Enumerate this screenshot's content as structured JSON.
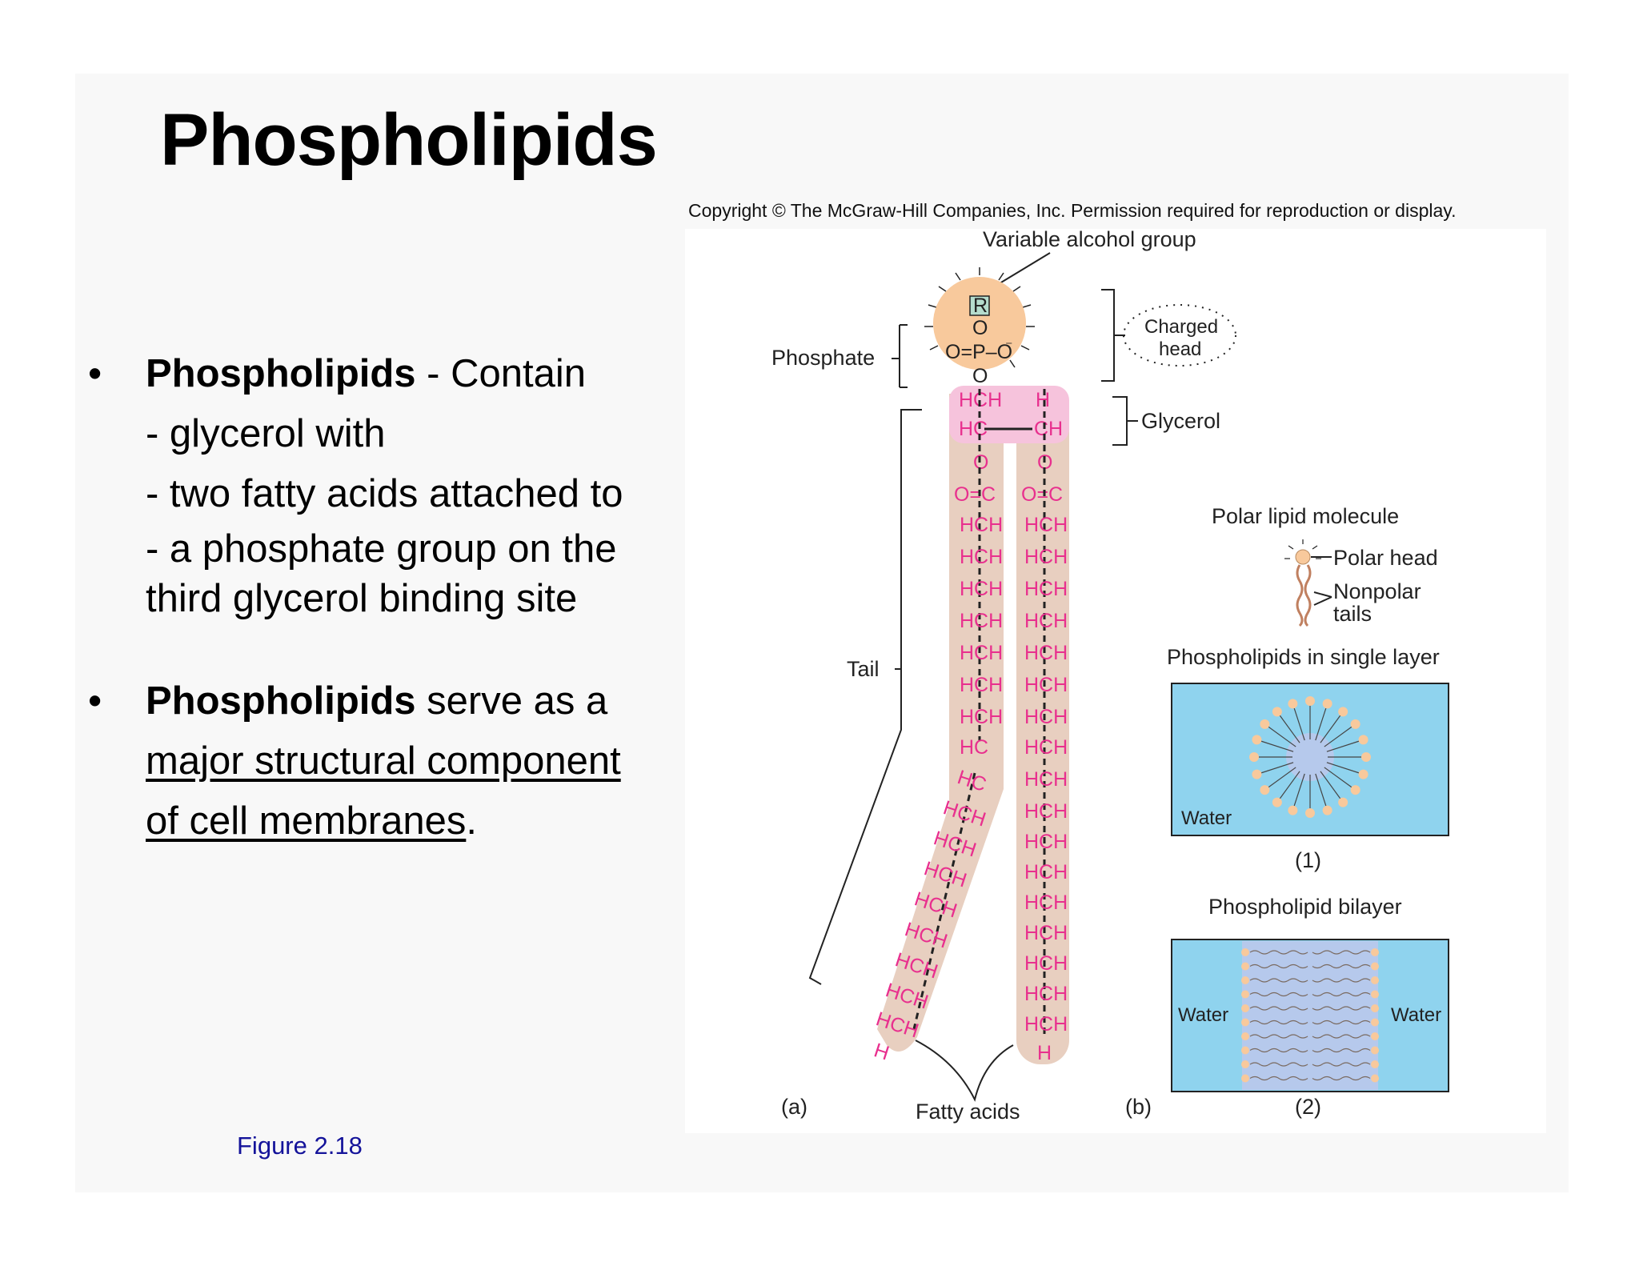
{
  "slide": {
    "title": "Phospholipids",
    "bullets": {
      "b1_bold": "Phospholipids",
      "b1_rest": " - Contain",
      "b1_l2": "- glycerol with",
      "b1_l3": "- two fatty acids attached to",
      "b1_l4": "- a phosphate group on the",
      "b1_l5": "third glycerol binding site",
      "b2_bold": "Phospholipids",
      "b2_rest": " serve as a",
      "b2_u1": "major structural component",
      "b2_u2": "of cell membranes",
      "b2_end": "."
    },
    "bullet_char": "•",
    "figure_ref": "Figure 2.18"
  },
  "figure": {
    "copyright": "Copyright © The McGraw-Hill Companies, Inc. Permission required for reproduction or display.",
    "variable_alcohol": "Variable alcohol group",
    "r": "R",
    "o": "O",
    "p_line": "O=P–O",
    "minus": "⁻",
    "phosphate": "Phosphate",
    "charged_line1": "Charged",
    "charged_line2": "head",
    "glycerol": "Glycerol",
    "hch": "HCH",
    "h": "H",
    "hc": "HC",
    "ch": "CH",
    "oc": "O=C",
    "tail": "Tail",
    "fatty_acids": "Fatty acids",
    "label_a": "(a)",
    "label_b": "(b)",
    "polar_lipid": "Polar lipid molecule",
    "polar_head": "Polar head",
    "nonpolar1": "Nonpolar",
    "nonpolar2": "tails",
    "single_layer": "Phospholipids in single layer",
    "water": "Water",
    "label_1": "(1)",
    "bilayer": "Phospholipid bilayer",
    "label_2": "(2)",
    "colors": {
      "pink_text": "#e8308e",
      "tail_fill": "#e8cfc0",
      "glycerol_fill": "#f6c3dc",
      "head_fill": "#f8c99c",
      "water": "#8fd3ee"
    }
  }
}
